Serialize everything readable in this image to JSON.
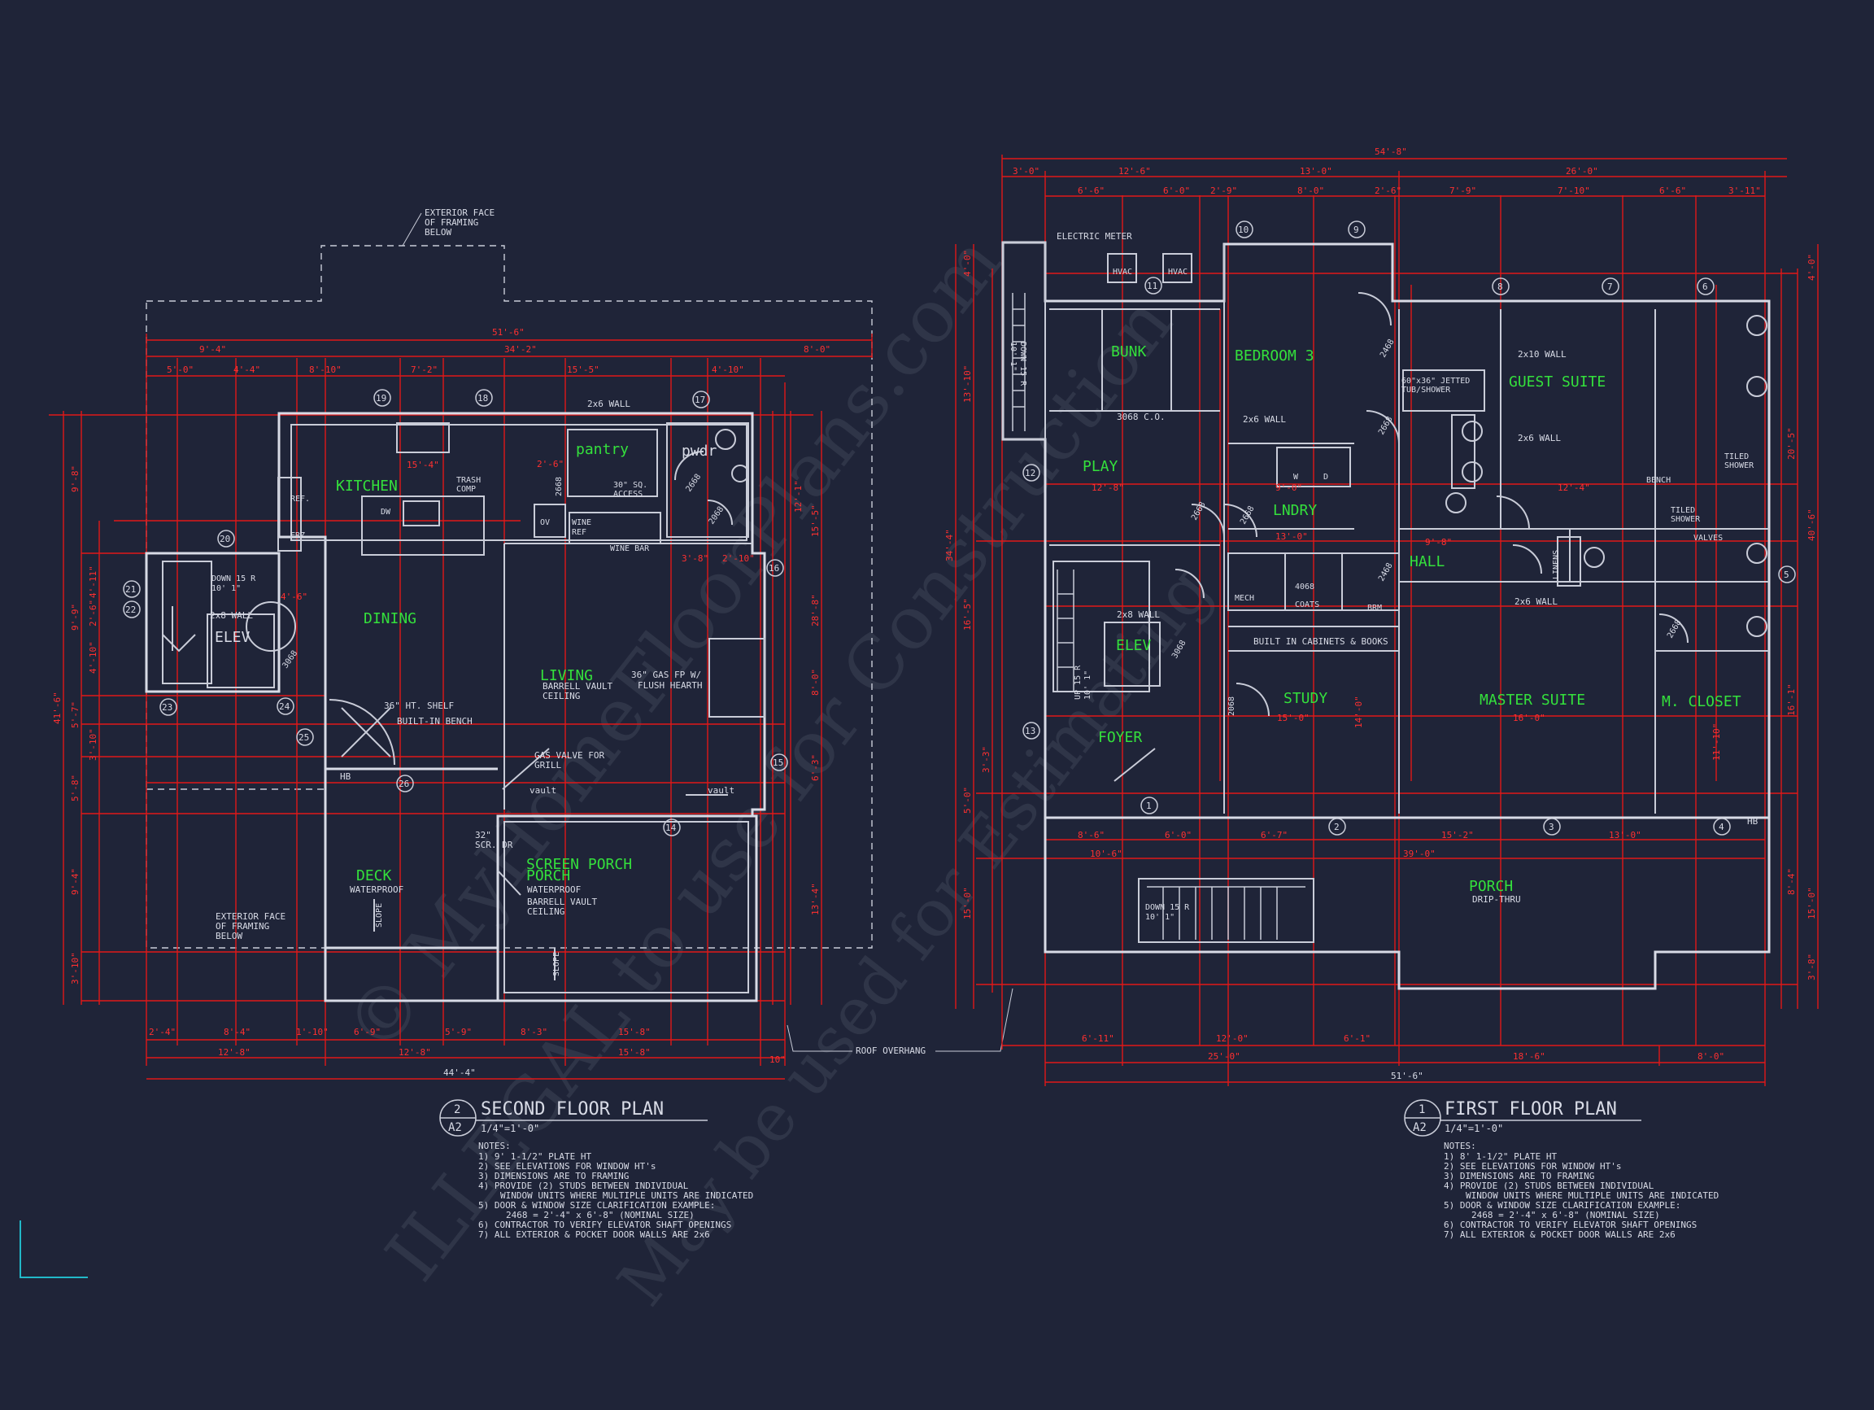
{
  "second_floor": {
    "plan_title": "SECOND FLOOR PLAN",
    "plan_no": "2",
    "sheet": "A2",
    "scale": "1/4\"=1'-0\"",
    "notes_label": "NOTES:",
    "notes": [
      "1) 9' 1-1/2\" PLATE HT",
      "2) SEE ELEVATIONS FOR WINDOW HT's",
      "3) DIMENSIONS ARE TO FRAMING",
      "4) PROVIDE (2) STUDS BETWEEN INDIVIDUAL",
      "WINDOW UNITS WHERE MULTIPLE UNITS ARE INDICATED",
      "5) DOOR & WINDOW SIZE CLARIFICATION EXAMPLE:",
      "2468 = 2'-4\" x 6'-8\" (NOMINAL SIZE)",
      "6) CONTRACTOR TO VERIFY ELEVATOR SHAFT OPENINGS",
      "7) ALL EXTERIOR & POCKET DOOR WALLS ARE 2x6"
    ],
    "rooms": [
      "KITCHEN",
      "DINING",
      "LIVING",
      "pantry",
      "pwdr",
      "ELEV",
      "DECK",
      "SCREEN PORCH"
    ],
    "labels": {
      "ext_face": [
        "EXTERIOR FACE",
        "OF FRAMING",
        "BELOW"
      ],
      "wall_2x6": "2x6 WALL",
      "wall_2x8": "2x8 WALL",
      "trash": [
        "TRASH",
        "COMP"
      ],
      "access": [
        "30\" SQ.",
        "ACCESS"
      ],
      "ref": "REF.",
      "frz": "FRZ.",
      "dw": "DW",
      "ov": "OV",
      "wine_ref": [
        "WINE",
        "REF"
      ],
      "wine_bar": "WINE BAR",
      "down_stair": [
        "DOWN 15 R",
        "10' 1\""
      ],
      "barrel": [
        "BARRELL VAULT",
        "CEILING"
      ],
      "gas_fp": [
        "36\" GAS FP W/",
        "FLUSH HEARTH"
      ],
      "shelf": "36\" HT. SHELF",
      "bench": "BUILT-IN BENCH",
      "gas_valve": [
        "GAS VALVE FOR",
        "GRILL"
      ],
      "vault": "vault",
      "hb": "HB",
      "waterproof": "WATERPROOF",
      "slope": "SLOPE",
      "scr_dr": [
        "32\"",
        "SCR. DR"
      ],
      "door_2668": "2668",
      "door_2068": "2068",
      "door_3068": "3068",
      "roof_overhang": "ROOF OVERHANG"
    },
    "dims": {
      "overall_top": "51'-6\"",
      "top_row1": [
        "9'-4\"",
        "34'-2\"",
        "8'-0\""
      ],
      "top_row2": [
        "5'-0\"",
        "4'-4\"",
        "8'-10\"",
        "7'-2\"",
        "15'-5\"",
        "4'-10\""
      ],
      "bottom_row1": [
        "2'-4\"",
        "8'-4\"",
        "1'-10\"",
        "6'-9\"",
        "5'-9\"",
        "8'-3\"",
        "15'-8\""
      ],
      "bottom_row2": [
        "12'-8\"",
        "12'-8\"",
        "15'-8\"",
        "10\""
      ],
      "overall_bottom": "44'-4\"",
      "left_overall": "41'-6\"",
      "left": [
        "9'-8\"",
        "9'-9\"",
        "4'-11\"",
        "2'-6\"",
        "4'-10\"",
        "5'-7\"",
        "3'-10\"",
        "5'-8\"",
        "9'-4\"",
        "3'-10\""
      ],
      "right": [
        "12'-1\"",
        "15'-5\"",
        "28'-8\"",
        "8'-0\"",
        "6'-3\"",
        "13'-4\""
      ],
      "interior": [
        "15'-4\"",
        "2'-6\"",
        "3'-8\"",
        "2'-10\"",
        "4'-6\""
      ]
    },
    "tags": [
      "19",
      "18",
      "17",
      "20",
      "21",
      "22",
      "16",
      "23",
      "24",
      "25",
      "26",
      "15",
      "14"
    ]
  },
  "first_floor": {
    "plan_title": "FIRST FLOOR PLAN",
    "plan_no": "1",
    "sheet": "A2",
    "scale": "1/4\"=1'-0\"",
    "notes_label": "NOTES:",
    "notes": [
      "1) 8' 1-1/2\" PLATE HT",
      "2) SEE ELEVATIONS FOR WINDOW HT's",
      "3) DIMENSIONS ARE TO FRAMING",
      "4) PROVIDE (2) STUDS BETWEEN INDIVIDUAL",
      "WINDOW UNITS WHERE MULTIPLE UNITS ARE INDICATED",
      "5) DOOR & WINDOW SIZE CLARIFICATION EXAMPLE:",
      "2468 = 2'-4\" x 6'-8\" (NOMINAL SIZE)",
      "6) CONTRACTOR TO VERIFY ELEVATOR SHAFT OPENINGS",
      "7) ALL EXTERIOR & POCKET DOOR WALLS ARE 2x6"
    ],
    "rooms": [
      "BUNK",
      "BEDROOM 3",
      "GUEST SUITE",
      "PLAY",
      "LNDRY",
      "HALL",
      "ELEV",
      "STUDY",
      "MASTER SUITE",
      "M. CLOSET",
      "FOYER",
      "PORCH"
    ],
    "labels": {
      "electric_meter": "ELECTRIC METER",
      "hvac": "HVAC",
      "wall_2x10": "2x10 WALL",
      "wall_2x6": "2x6 WALL",
      "wall_2x8": "2x8 WALL",
      "tub": [
        "60\"x36\" JETTED",
        "TUB/SHOWER"
      ],
      "tiled_shower": [
        "TILED",
        "SHOWER"
      ],
      "bench": "BENCH",
      "valves": "VALVES",
      "co": "3068 C.O.",
      "mech": "MECH",
      "coats": "COATS",
      "door_4068": "4068",
      "brm": "BRM",
      "linens": "LINENS",
      "built_in": "BUILT IN CABINETS & BOOKS",
      "wd": [
        "W",
        "D"
      ],
      "down_stair": [
        "DOWN 15 R",
        "10' 1\""
      ],
      "up_stair": [
        "UP 15 R",
        "10' 1\""
      ],
      "porch_down": [
        "DOWN 15 R",
        "10' 1\""
      ],
      "drip": "DRIP-THRU",
      "hb": "HB",
      "door_2668": "2668",
      "door_2468": "2468",
      "door_3068": "3068",
      "door_2068": "2068"
    },
    "dims": {
      "overall_top": "54'-8\"",
      "top_row1": [
        "3'-0\"",
        "12'-6\"",
        "13'-0\"",
        "26'-0\""
      ],
      "top_row2": [
        "6'-6\"",
        "6'-0\"",
        "2'-9\"",
        "8'-0\"",
        "2'-6\"",
        "7'-9\"",
        "7'-10\"",
        "6'-6\"",
        "3'-11\""
      ],
      "porch_row": [
        "8'-6\"",
        "6'-0\"",
        "6'-7\"",
        "15'-2\"",
        "13'-0\""
      ],
      "porch_total": [
        "10'-6\"",
        "39'-0\""
      ],
      "bottom_row1": [
        "6'-11\"",
        "12'-0\"",
        "6'-1\""
      ],
      "bottom_row2": [
        "25'-0\"",
        "18'-6\"",
        "8'-0\""
      ],
      "overall_bottom": "51'-6\"",
      "left_overall": "34'-4\"",
      "left": [
        "4'-0\"",
        "13'-10\"",
        "16'-5\"",
        "3'-3\"",
        "5'-0\"",
        "15'-0\""
      ],
      "right": [
        "4'-0\"",
        "20'-5\"",
        "40'-6\"",
        "16'-1\"",
        "8'-4\"",
        "15'-0\"",
        "3'-8\""
      ],
      "interior": [
        "12'-8\"",
        "9'-0\"",
        "12'-4\"",
        "9'-8\"",
        "15'-0\"",
        "16'-0\"",
        "13'-0\"",
        "14'-0\"",
        "11'-10\""
      ]
    },
    "tags": [
      "10",
      "9",
      "8",
      "7",
      "6",
      "11",
      "12",
      "13",
      "1",
      "2",
      "3",
      "4",
      "5"
    ]
  },
  "watermark": [
    "© MyHomeFloorPlans.com",
    "ILLEGAL to use for Construction",
    "May be used for Estimating"
  ]
}
